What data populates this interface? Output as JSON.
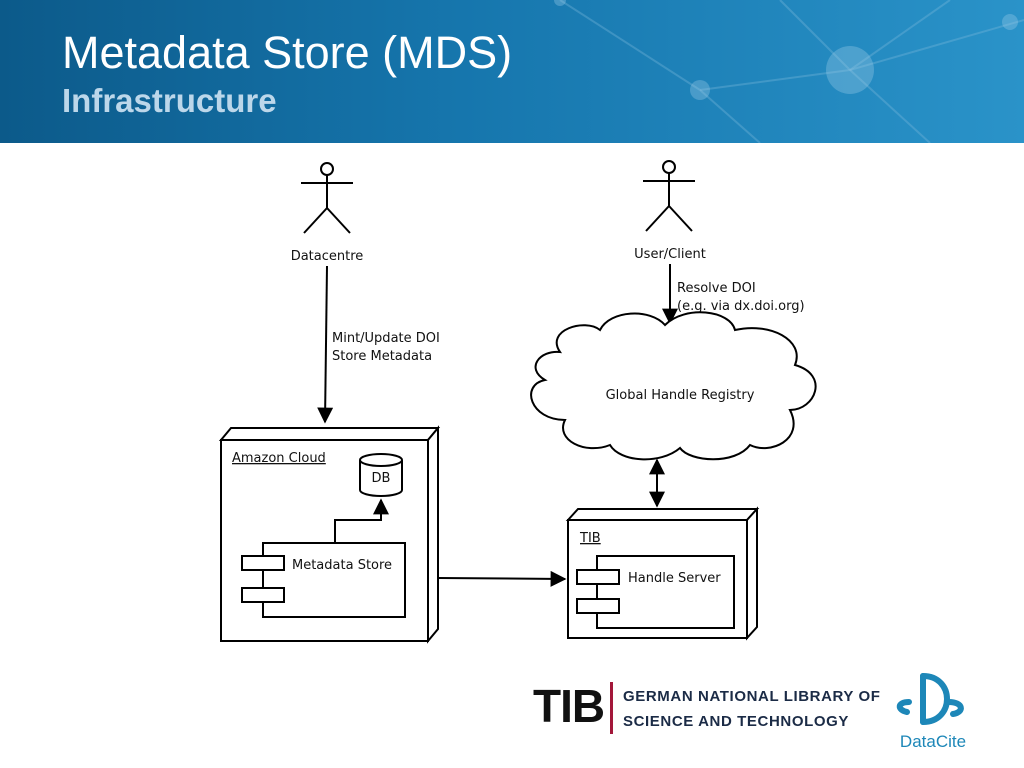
{
  "header": {
    "title": "Metadata Store (MDS)",
    "subtitle": "Infrastructure"
  },
  "diagram": {
    "actors": {
      "datacentre": "Datacentre",
      "user": "User/Client"
    },
    "edges": {
      "mint_line1": "Mint/Update DOI",
      "mint_line2": "Store Metadata",
      "resolve_line1": "Resolve DOI",
      "resolve_line2": "(e.g. via dx.doi.org)"
    },
    "cloud_label": "Global Handle Registry",
    "amazon": {
      "label": "Amazon Cloud",
      "db": "DB",
      "component": "Metadata Store"
    },
    "tib_node": {
      "label": "TIB",
      "component": "Handle Server"
    }
  },
  "footer": {
    "tib_logo": {
      "wordmark": "TIB",
      "line1": "GERMAN NATIONAL LIBRARY OF",
      "line2": "SCIENCE AND TECHNOLOGY"
    },
    "datacite_logo": {
      "label": "DataCite"
    }
  },
  "colors": {
    "header_dark": "#0c5a8a",
    "header_light": "#2a93c9",
    "tib_bar": "#a3173a",
    "datacite_blue": "#1d87b8"
  }
}
